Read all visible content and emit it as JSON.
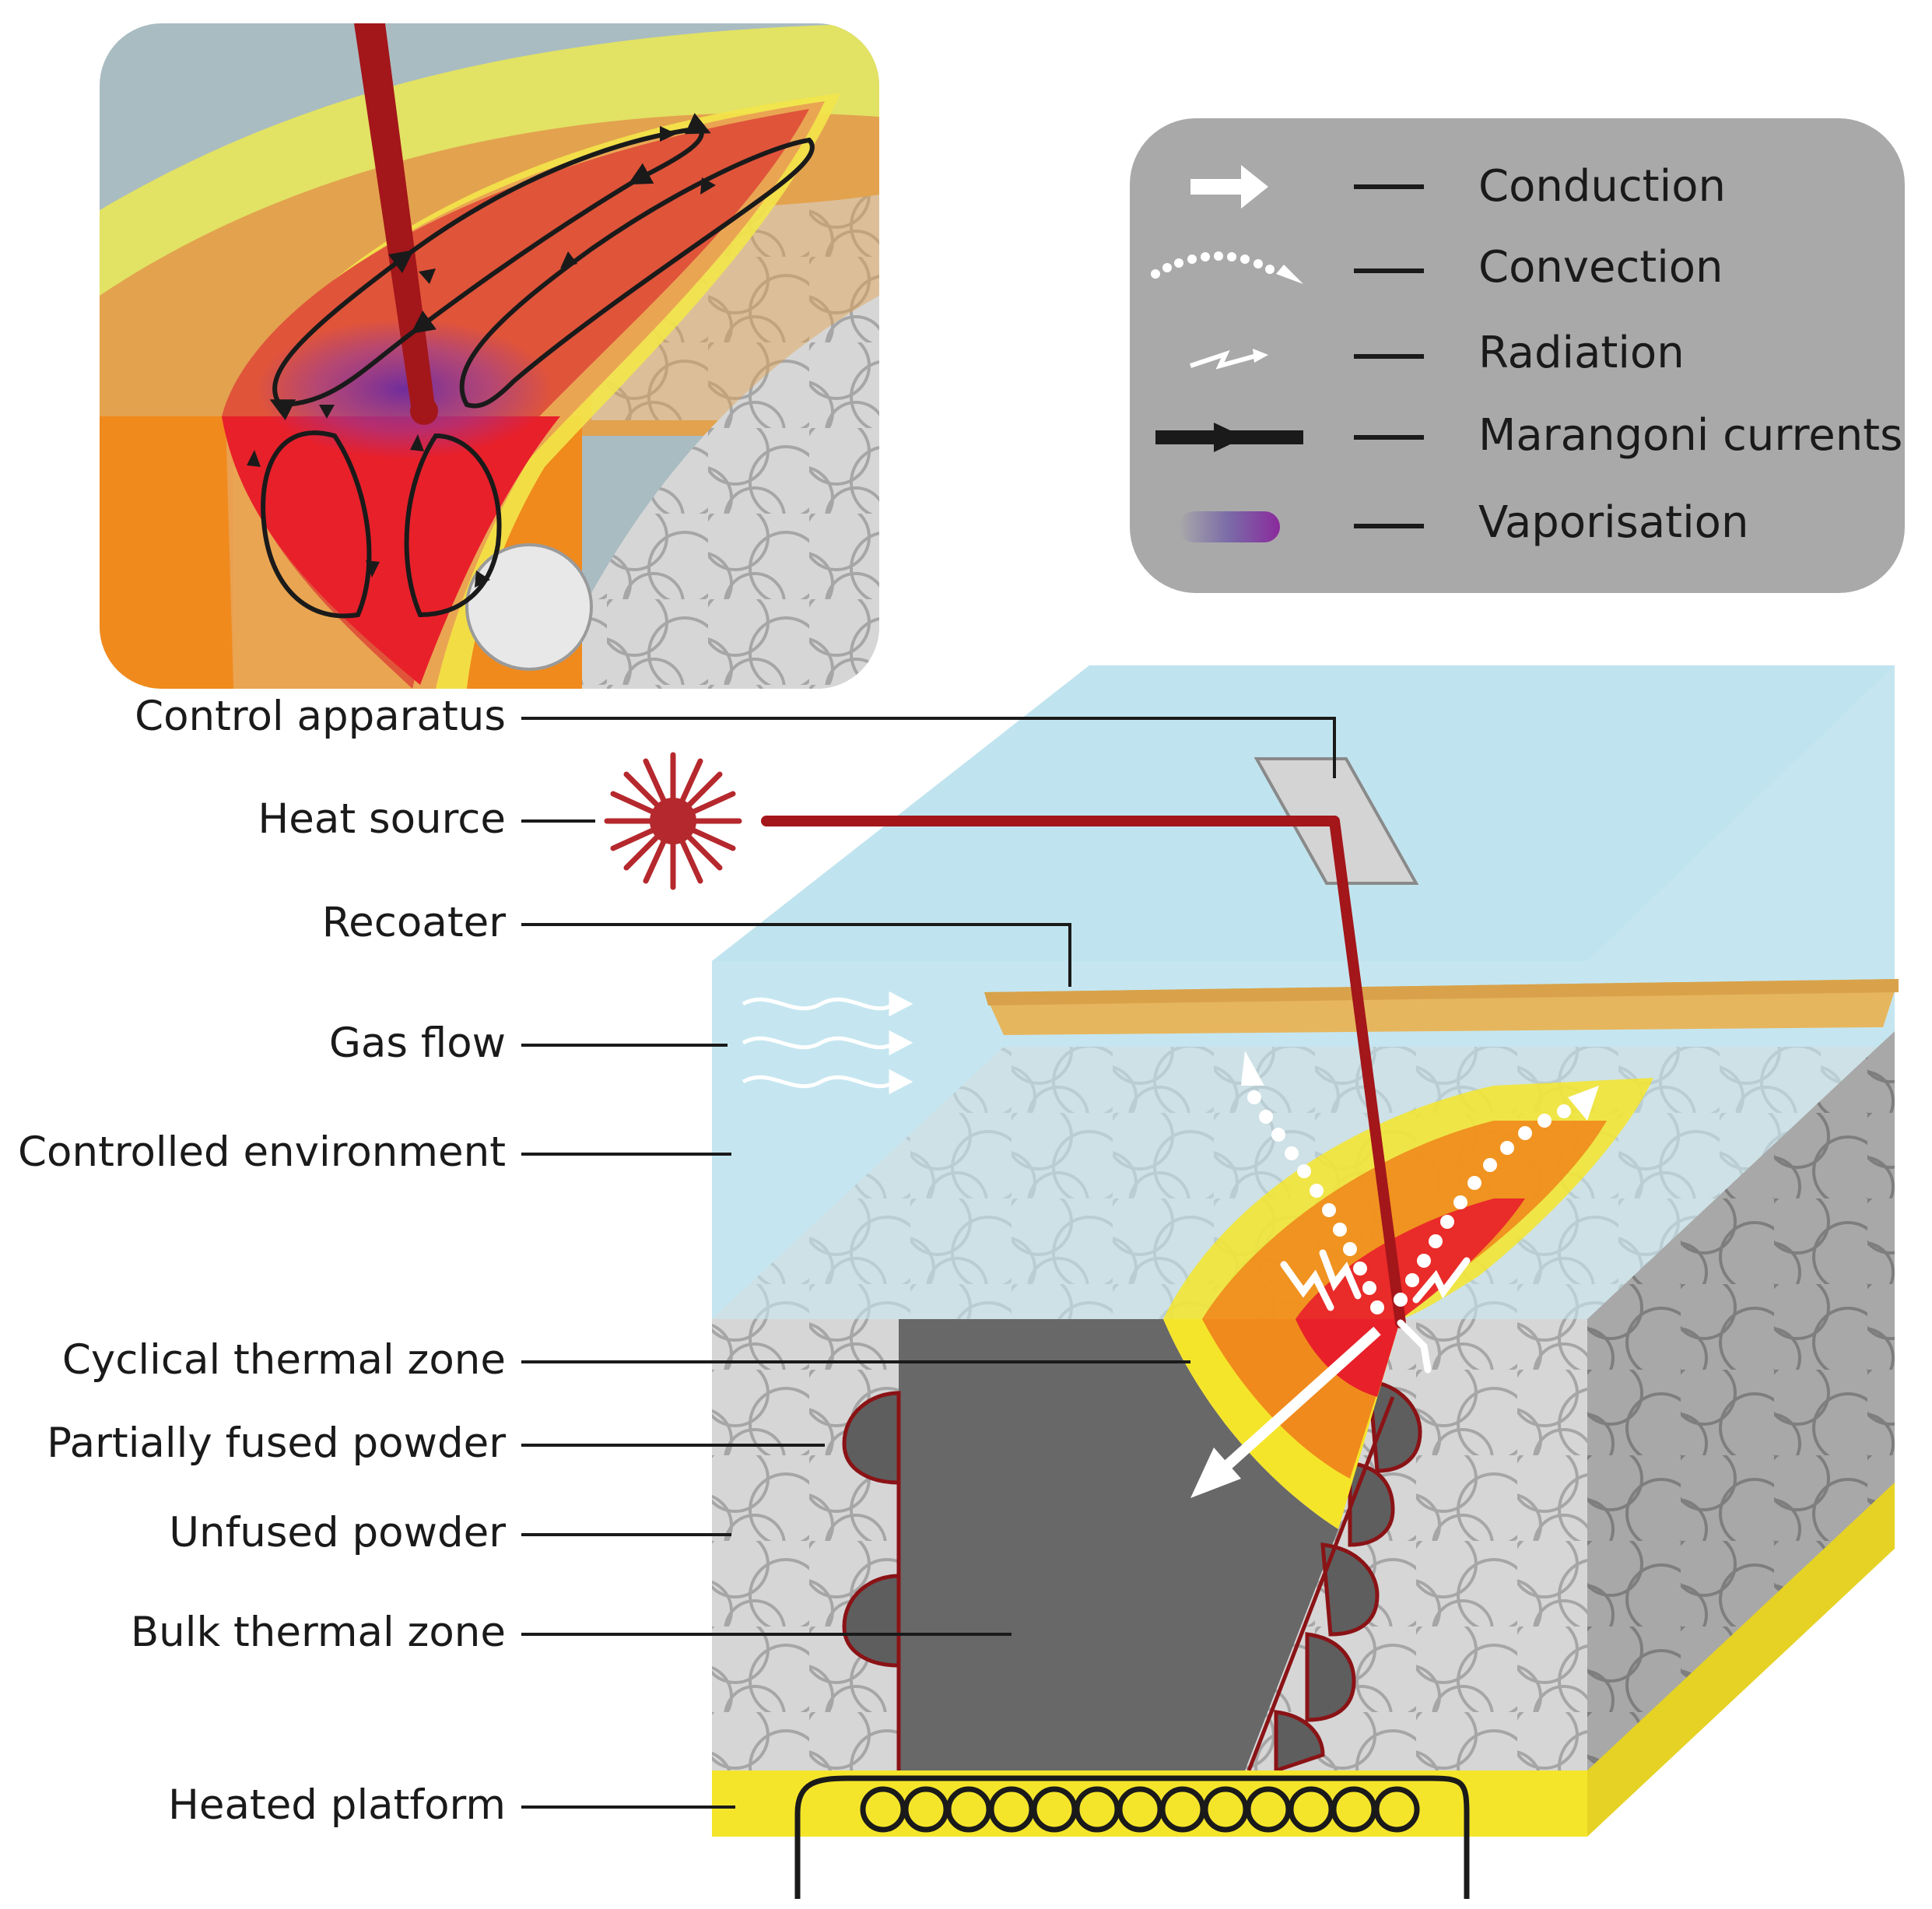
{
  "legend": {
    "items": [
      {
        "symbol": "conduction-arrow",
        "label": "Conduction"
      },
      {
        "symbol": "convection-dots",
        "label": "Convection"
      },
      {
        "symbol": "radiation-zigzag",
        "label": "Radiation"
      },
      {
        "symbol": "marangoni-arrow",
        "label": "Marangoni currents"
      },
      {
        "symbol": "vaporisation-gradient",
        "label": "Vaporisation"
      }
    ]
  },
  "labels": {
    "control_apparatus": "Control apparatus",
    "heat_source": "Heat source",
    "recoater": "Recoater",
    "gas_flow": "Gas flow",
    "controlled_environment": "Controlled environment",
    "cyclical_thermal_zone": "Cyclical thermal zone",
    "partially_fused_powder": "Partially fused powder",
    "unfused_powder": "Unfused powder",
    "bulk_thermal_zone": "Bulk thermal zone",
    "heated_platform": "Heated platform"
  },
  "colors": {
    "laser": "#a3161a",
    "melt_pool": "#e5232a",
    "hot_zone_orange": "#f08a1c",
    "warm_zone_yellow": "#f5e52a",
    "bulk_solid": "#686868",
    "powder": "#d6d6d6",
    "environment": "#c8e8f2",
    "recoater": "#e9b04e",
    "legend_bg": "#a9a9a9",
    "vapor_purple": "#7a2a9c"
  }
}
